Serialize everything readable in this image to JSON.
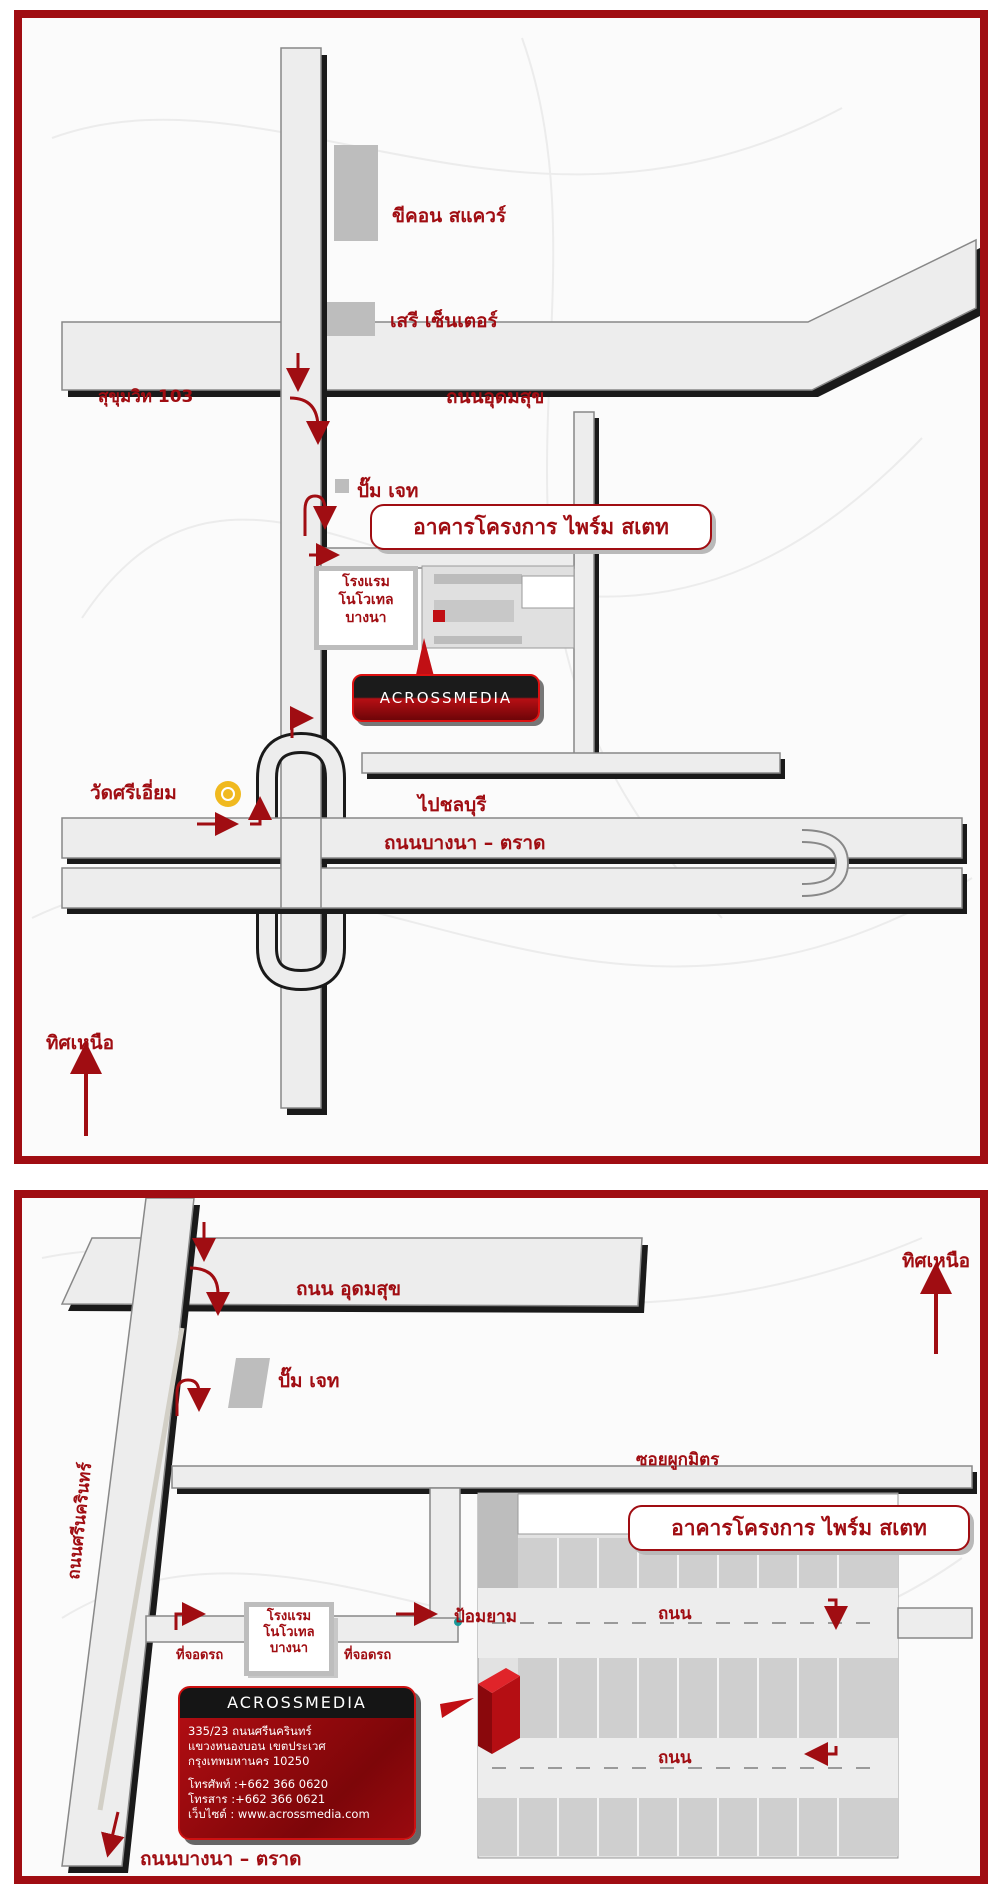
{
  "map1": {
    "roads": {
      "sukhumvit": "สุขุมวิท 103",
      "udomsuk": "ถนนอุดมสุข",
      "bangna_trad": "ถนนบางนา – ตราด",
      "to_chonburi": "ไปชลบุรี"
    },
    "places": {
      "tcon_square": "ขีคอน สแควร์",
      "seri_center": "เสรี เซ็นเตอร์",
      "pump_jet": "ปั๊ม เจท",
      "wat": "วัดศรีเอี่ยม"
    },
    "building_label": "อาคารโครงการ ไพร์ม สเตท",
    "hotel_lines": [
      "โรงแรม",
      "โนโวเทล",
      "บางนา"
    ],
    "logo": "ACROSSMEDIA",
    "north_label": "ทิศเหนือ",
    "colors": {
      "accent": "#a00d12",
      "road": "#ededed",
      "building": "#bdbdbd"
    }
  },
  "map2": {
    "roads": {
      "udomsuk": "ถนน อุดมสุข",
      "srinakarin": "ถนนศรีนครินทร์",
      "soi_phukmit": "ซอยผูกมิตร",
      "road_upper": "ถนน",
      "road_lower": "ถนน",
      "bangna_trad": "ถนนบางนา – ตราด"
    },
    "places": {
      "pump_jet": "ปั๊ม เจท",
      "security_booth": "ป้อมยาม",
      "parking_left": "ที่จอดรถ",
      "parking_right": "ที่จอดรถ"
    },
    "building_label": "อาคารโครงการ ไพร์ม สเตท",
    "hotel_lines": [
      "โรงแรม",
      "โนโวเทล",
      "บางนา"
    ],
    "north_label": "ทิศเหนือ",
    "contact": {
      "logo": "ACROSSMEDIA",
      "address_1": "335/23 ถนนศรีนครินทร์",
      "address_2": "แขวงหนองบอน เขตประเวศ",
      "address_3": "กรุงเทพมหานคร 10250",
      "phone": "โทรศัพท์ :+662 366 0620",
      "fax": "โทรสาร  :+662 366 0621",
      "website": "เว็บไซต์  : www.acrossmedia.com"
    }
  }
}
